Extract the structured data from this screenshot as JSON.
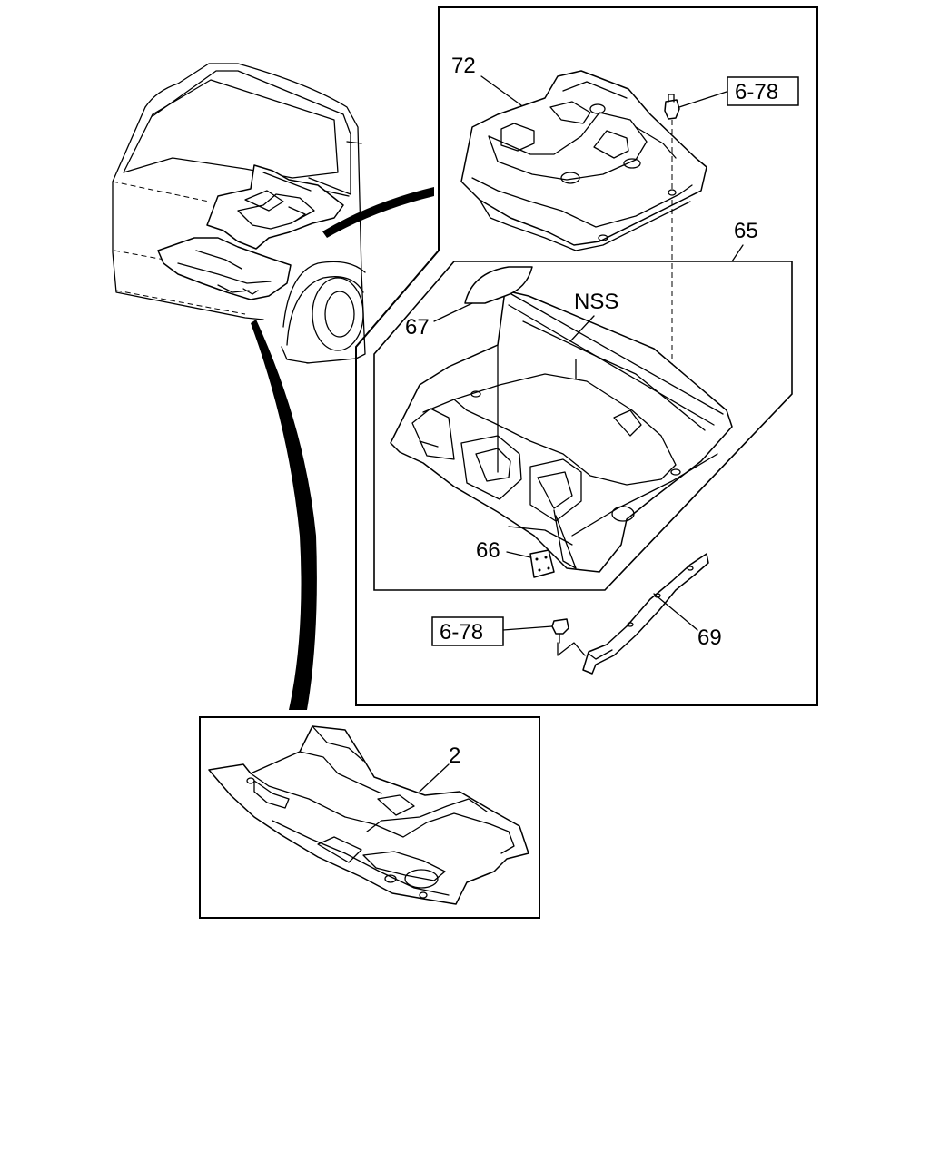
{
  "callouts": {
    "c72": "72",
    "c6_78_top": "6-78",
    "c65": "65",
    "nss": "NSS",
    "c67": "67",
    "c66": "66",
    "c6_78_bottom": "6-78",
    "c69": "69",
    "c2": "2"
  }
}
